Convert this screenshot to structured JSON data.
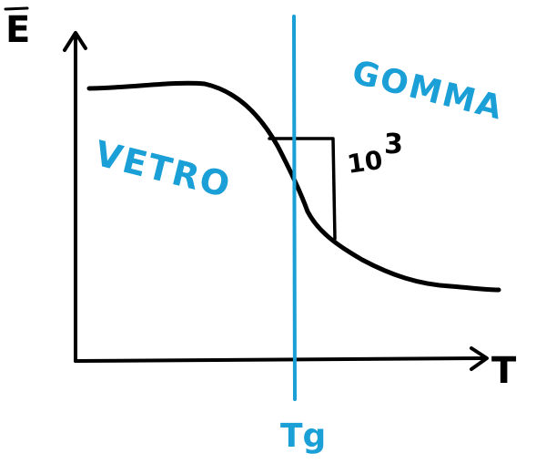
{
  "axes": {
    "y_label": "E",
    "x_label": "T"
  },
  "annotations": {
    "glass_region": "VETRO",
    "rubber_region": "GOMMA",
    "transition_label": "Tg",
    "step_base": "10",
    "step_exponent": "3"
  },
  "colors": {
    "ink": "#000000",
    "accent": "#1a9fd6",
    "background": "#ffffff"
  }
}
